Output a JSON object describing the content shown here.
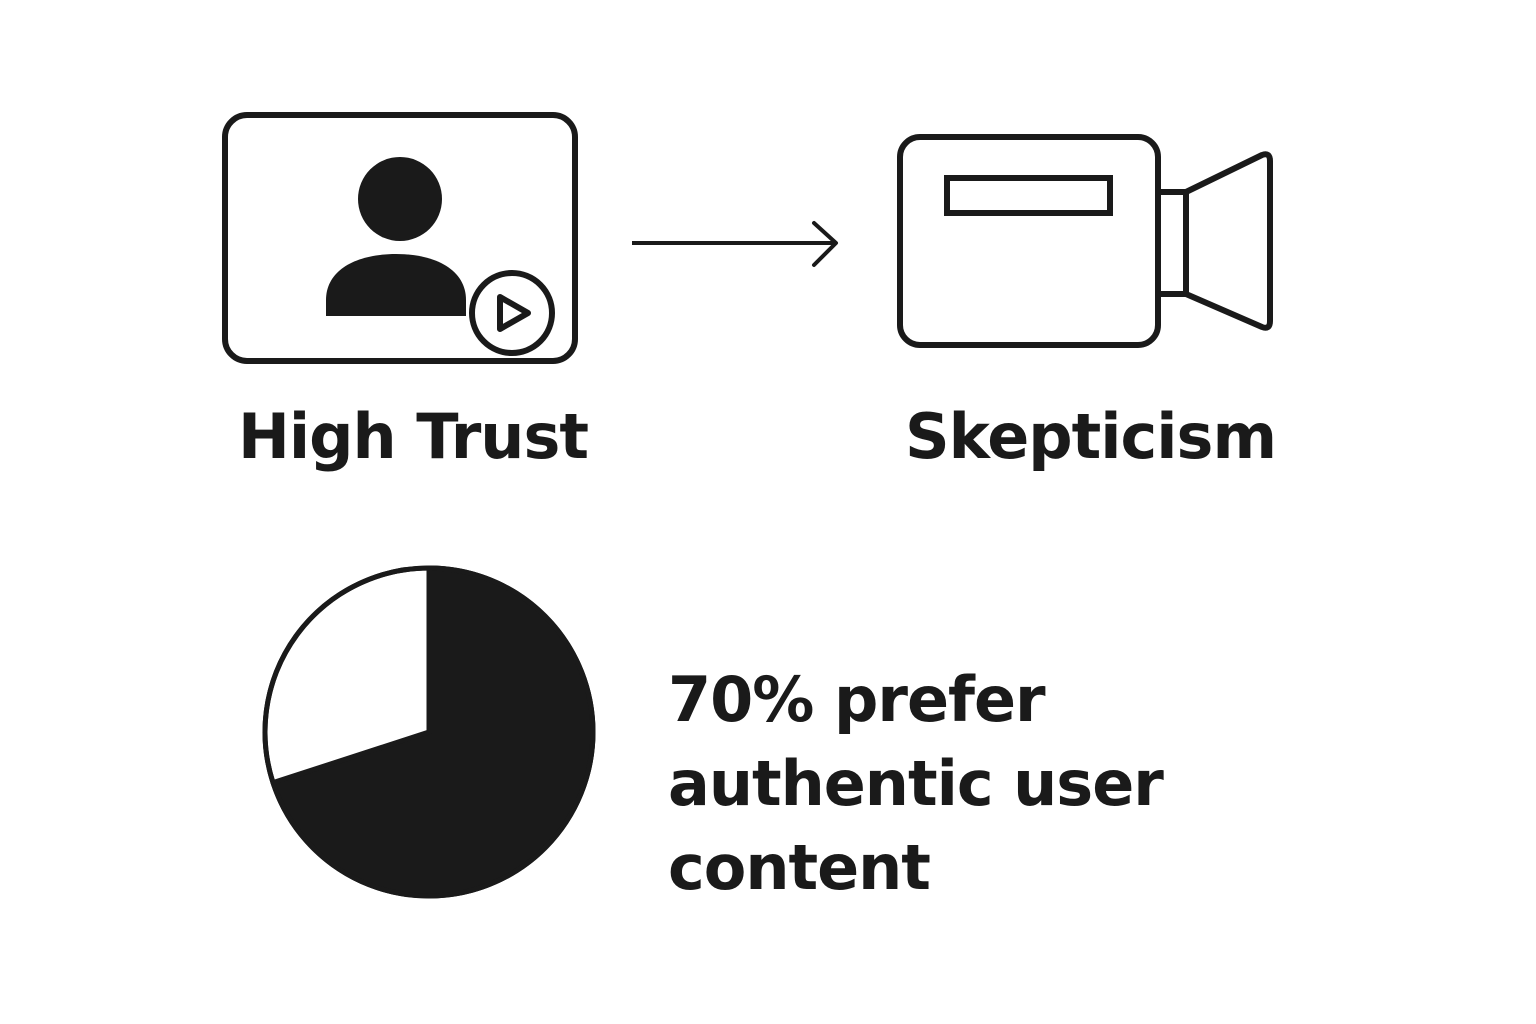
{
  "left_item": {
    "label": "High Trust",
    "icon": "user-video-icon"
  },
  "connector": {
    "icon": "arrow-right-icon"
  },
  "right_item": {
    "label": "Skepticism",
    "icon": "video-camera-icon"
  },
  "stat": {
    "lines": [
      "70% prefer",
      "authentic user",
      "content"
    ]
  },
  "chart_data": {
    "type": "pie",
    "values": [
      70,
      30
    ],
    "colors": [
      "#1a1a1a",
      "#ffffff"
    ]
  }
}
